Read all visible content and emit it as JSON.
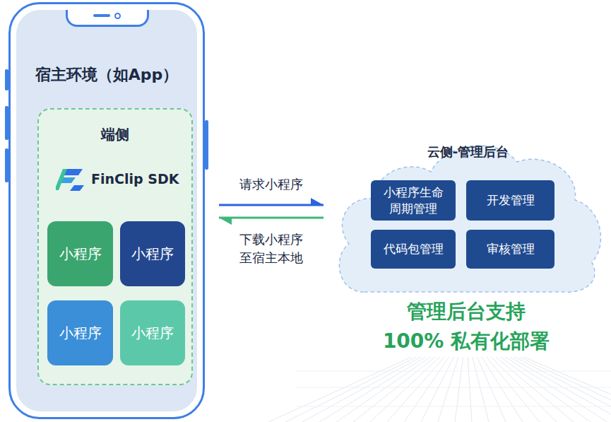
{
  "diagram": {
    "nodes": [
      {
        "text": [
          "宿主环境（如App）"
        ]
      },
      {
        "text": [
          "端侧",
          "FinClip SDK"
        ],
        "in": 0
      },
      {
        "text": [
          "小程序"
        ],
        "in": 1
      },
      {
        "text": [
          "小程序"
        ],
        "in": 1
      },
      {
        "text": [
          "小程序"
        ],
        "in": 1
      },
      {
        "text": [
          "小程序"
        ],
        "in": 1
      },
      {
        "text": [
          "云侧-管理后台"
        ]
      },
      {
        "text": [
          "小程序生命 周期管理"
        ],
        "in": 6
      },
      {
        "text": [
          "开发管理"
        ],
        "in": 6
      },
      {
        "text": [
          "代码包管理"
        ],
        "in": 6
      },
      {
        "text": [
          "审核管理"
        ],
        "in": 6
      }
    ],
    "edges": [
      {
        "from": 0,
        "to": 6,
        "label": "请求小程序",
        "arrow": "to"
      },
      {
        "from": 6,
        "to": 0,
        "label": "下载小程序 至宿主本地",
        "arrow": "to"
      }
    ],
    "labels": [
      "管理后台支持",
      "100% 私有化部署"
    ]
  }
}
